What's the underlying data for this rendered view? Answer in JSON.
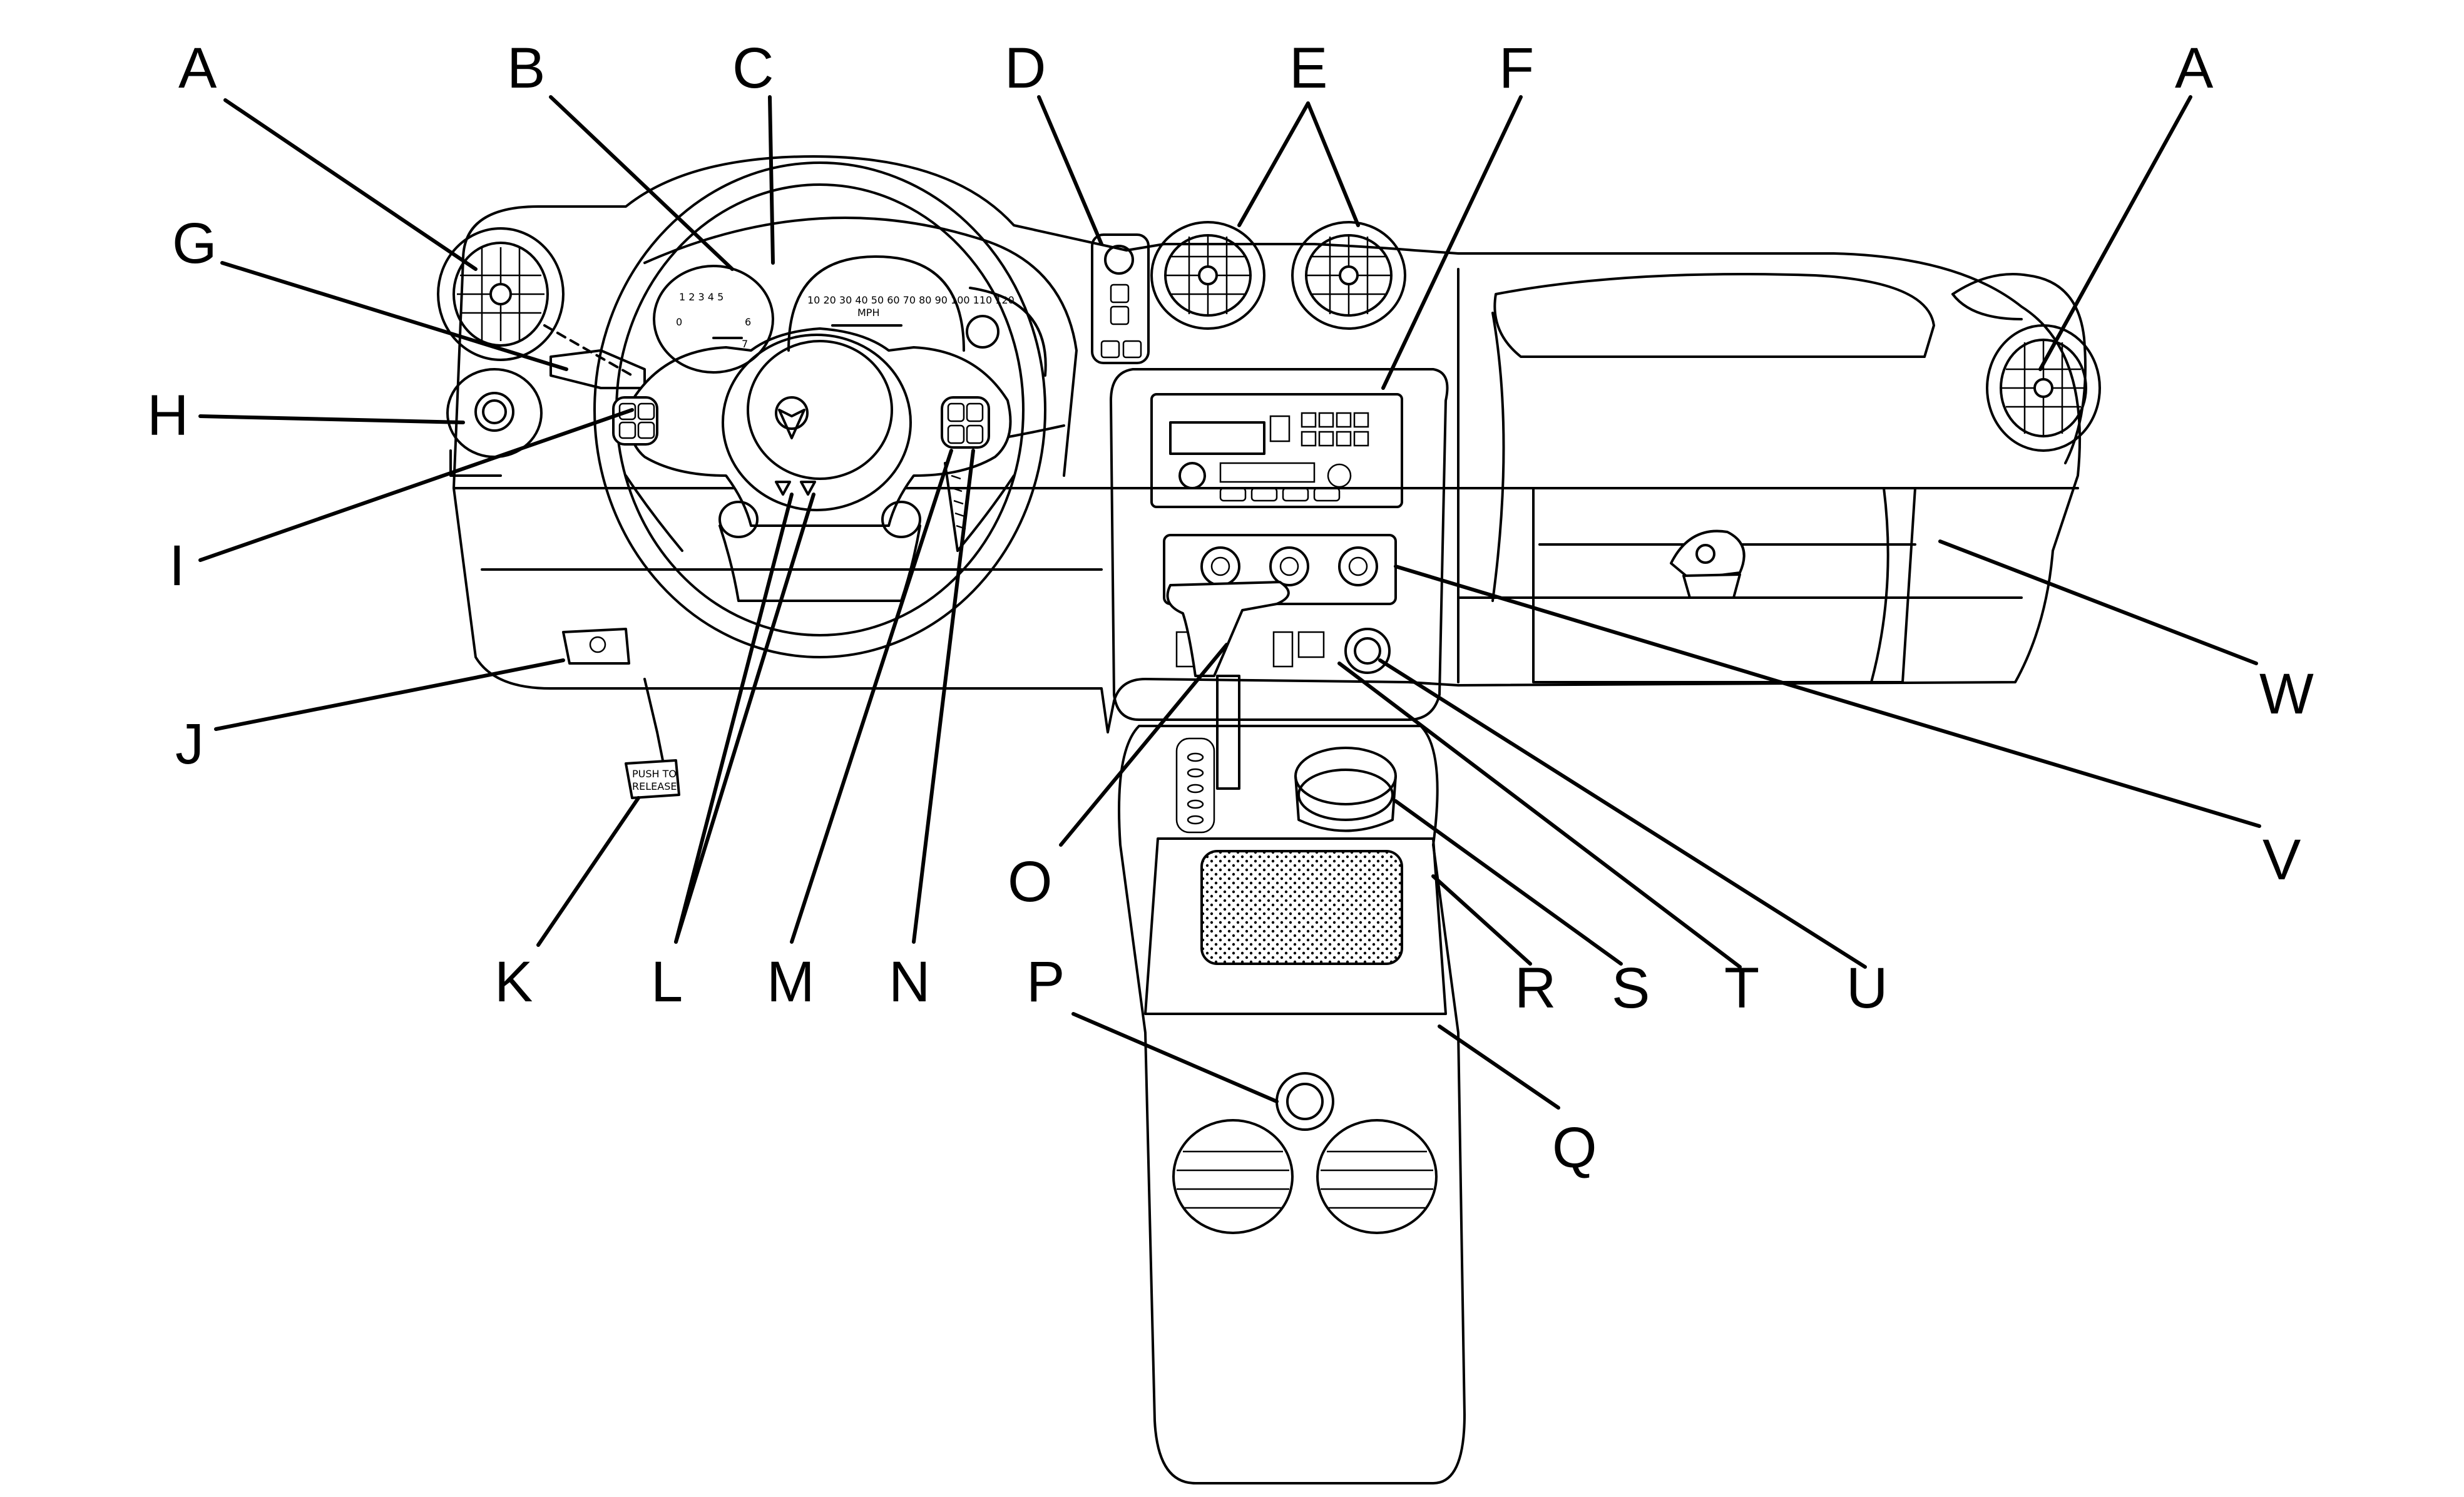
{
  "callouts": {
    "A_left": "A",
    "B": "B",
    "C": "C",
    "D": "D",
    "E": "E",
    "F": "F",
    "A_right": "A",
    "G": "G",
    "H": "H",
    "I": "I",
    "J": "J",
    "K": "K",
    "L": "L",
    "M": "M",
    "N": "N",
    "O": "O",
    "P": "P",
    "Q": "Q",
    "R": "R",
    "S": "S",
    "T": "T",
    "U": "U",
    "V": "V",
    "W": "W"
  },
  "parking_brake_label": [
    "PUSH TO",
    "RELEASE"
  ],
  "speedometer_ticks": [
    "10",
    "20",
    "30",
    "40",
    "50",
    "60",
    "70",
    "80",
    "90",
    "100",
    "110",
    "120"
  ]
}
